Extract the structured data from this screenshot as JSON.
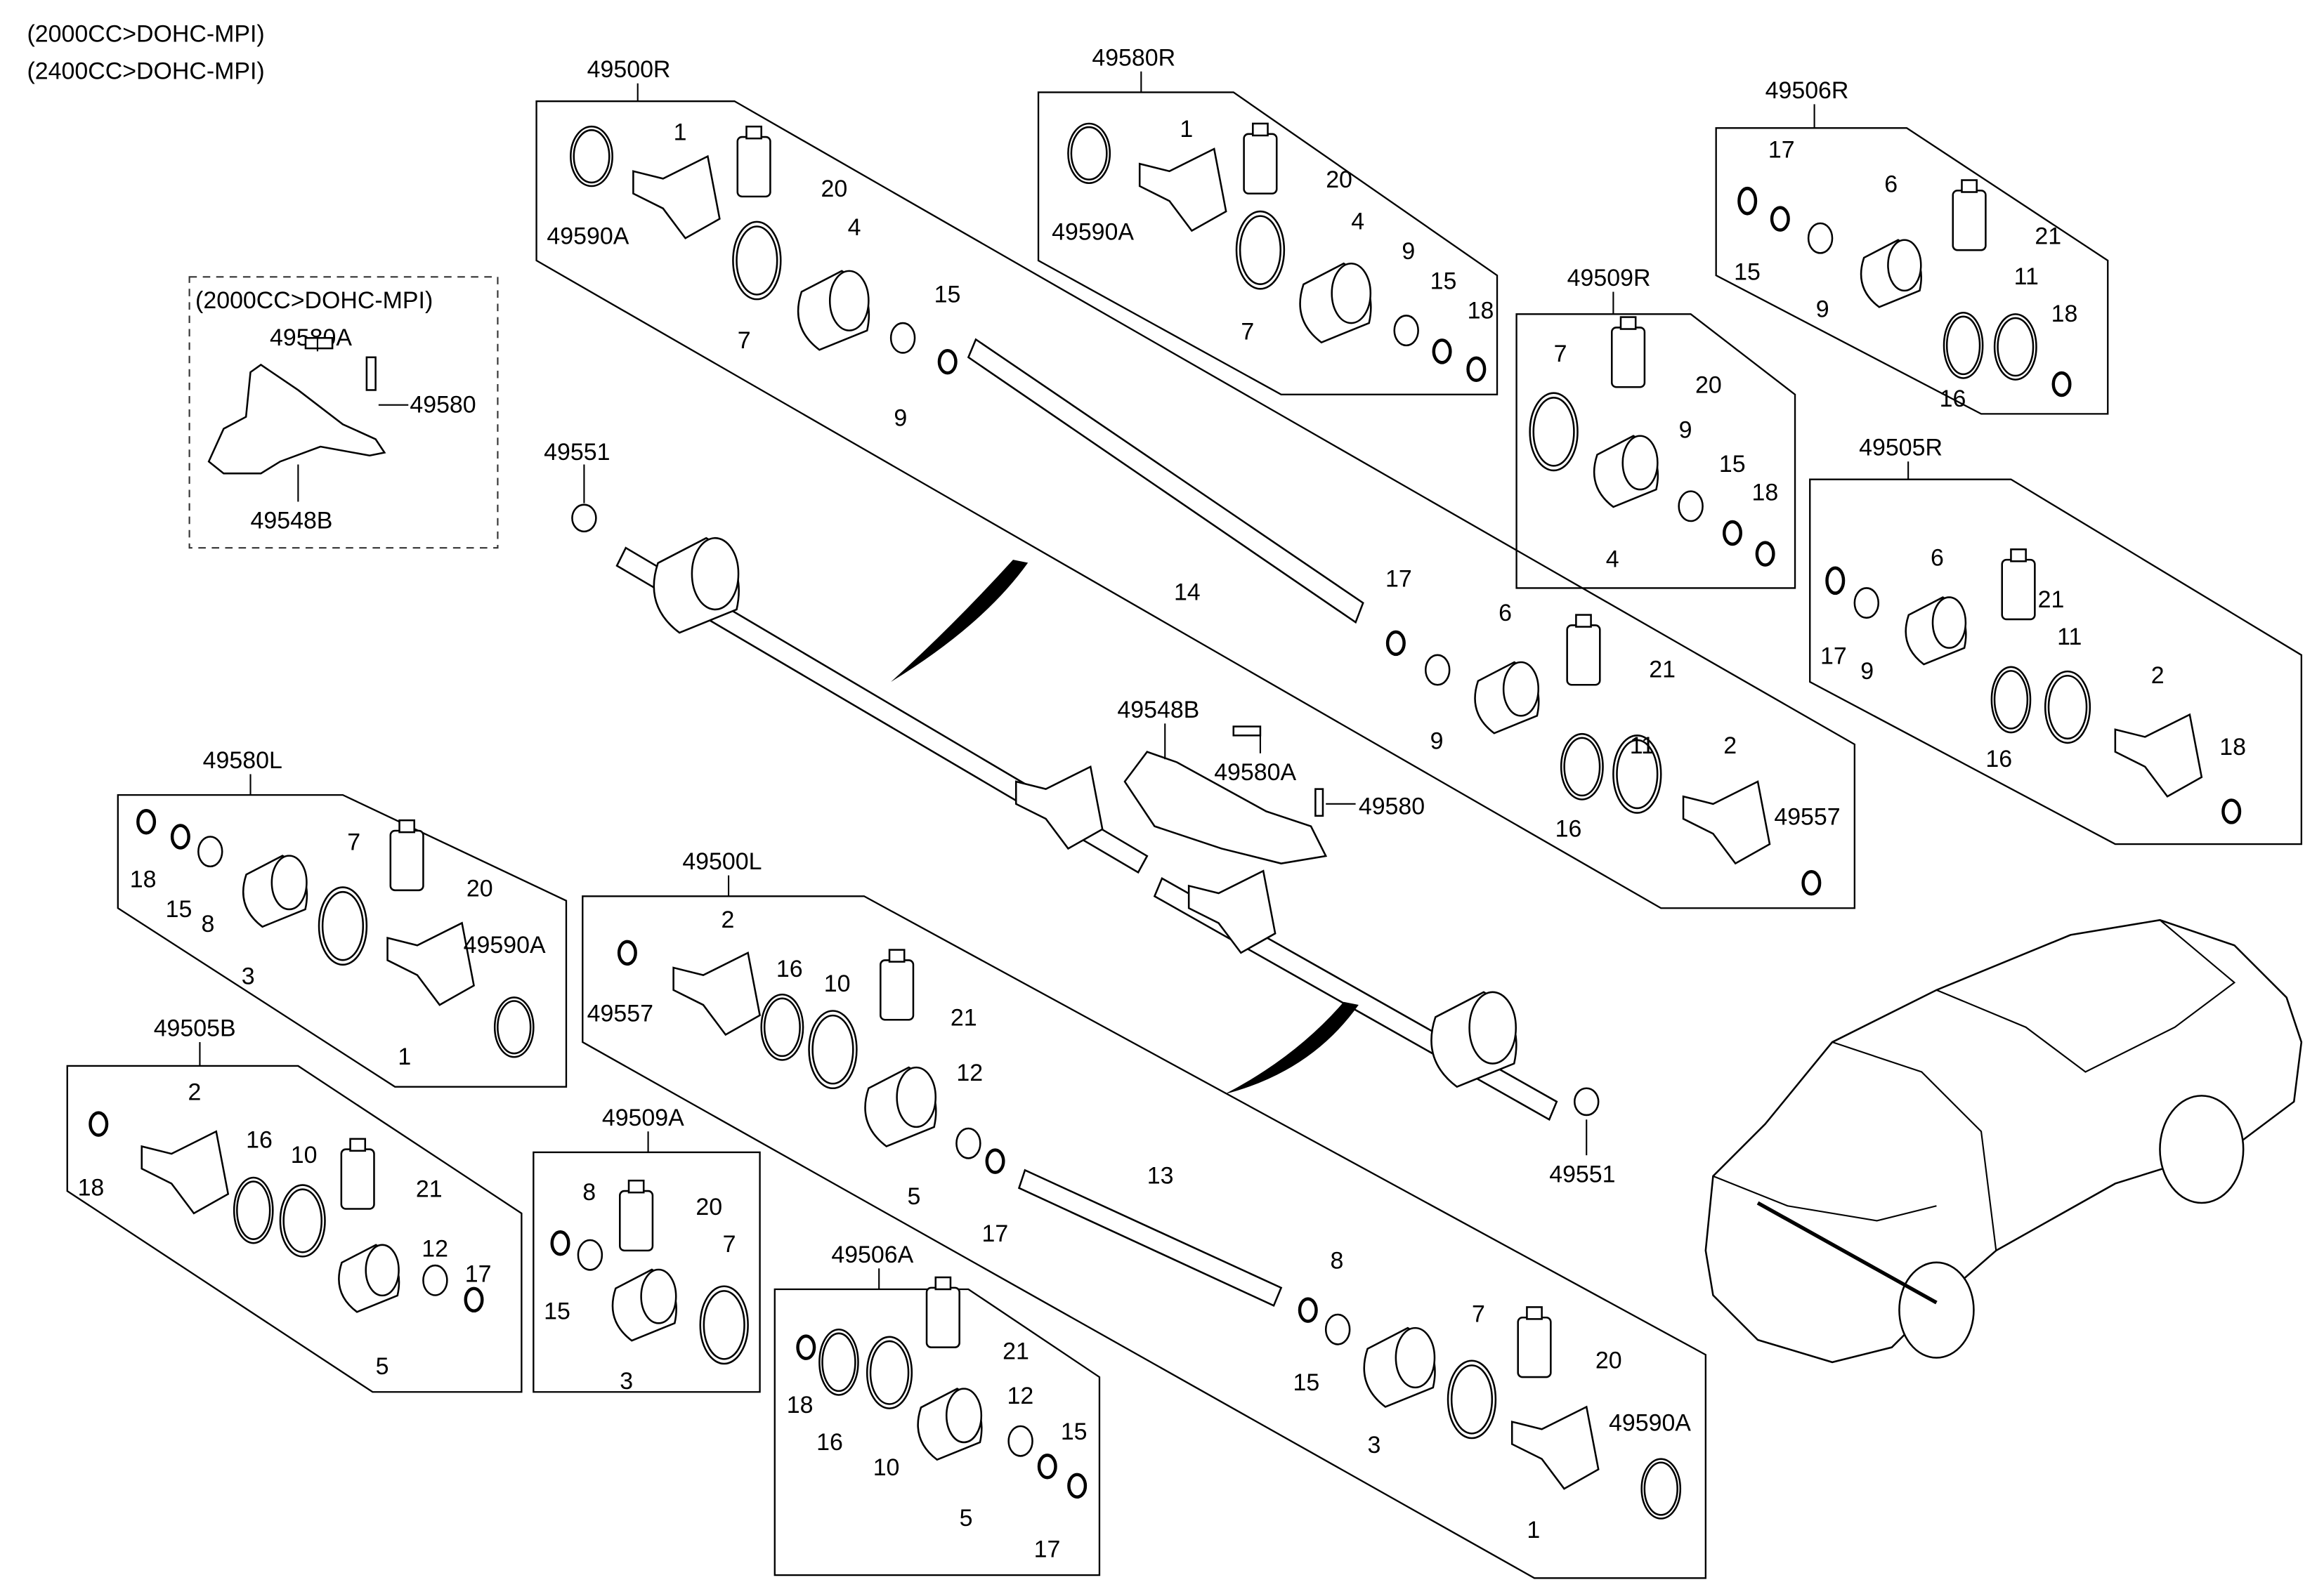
{
  "header_notes": [
    "(2000CC>DOHC-MPI)",
    "(2400CC>DOHC-MPI)"
  ],
  "inset": {
    "note": "(2000CC>DOHC-MPI)",
    "labels": [
      "49580A",
      "49580",
      "49548B"
    ]
  },
  "assembly_labels": {
    "nut_outer_right": "49551",
    "nut_outer_left": "49551",
    "bracket": "49548B",
    "bracket_bolt_a": "49580A",
    "bracket_bolt": "49580"
  },
  "groups": [
    {
      "title": "49500R",
      "callouts": [
        "1",
        "20",
        "49590A",
        "4",
        "7",
        "15",
        "9",
        "14",
        "17",
        "6",
        "21",
        "9",
        "11",
        "16",
        "2",
        "49557"
      ]
    },
    {
      "title": "49580R",
      "callouts": [
        "1",
        "20",
        "49590A",
        "4",
        "7",
        "9",
        "15",
        "18"
      ]
    },
    {
      "title": "49506R",
      "callouts": [
        "17",
        "15",
        "6",
        "21",
        "9",
        "11",
        "18",
        "16"
      ]
    },
    {
      "title": "49509R",
      "callouts": [
        "7",
        "20",
        "9",
        "15",
        "18",
        "4"
      ]
    },
    {
      "title": "49505R",
      "callouts": [
        "6",
        "21",
        "17",
        "9",
        "11",
        "2",
        "16",
        "18"
      ]
    },
    {
      "title": "49580L",
      "callouts": [
        "18",
        "15",
        "8",
        "7",
        "20",
        "49590A",
        "3",
        "1"
      ]
    },
    {
      "title": "49505B",
      "callouts": [
        "2",
        "18",
        "16",
        "10",
        "21",
        "12",
        "17",
        "5"
      ]
    },
    {
      "title": "49509A",
      "callouts": [
        "8",
        "20",
        "7",
        "15",
        "3"
      ]
    },
    {
      "title": "49506A",
      "callouts": [
        "21",
        "12",
        "15",
        "18",
        "16",
        "10",
        "5",
        "17"
      ]
    },
    {
      "title": "49500L",
      "callouts": [
        "2",
        "16",
        "10",
        "21",
        "49557",
        "12",
        "5",
        "17",
        "13",
        "8",
        "15",
        "7",
        "20",
        "3",
        "49590A",
        "1"
      ]
    }
  ],
  "colors": {
    "line": "#000000",
    "background": "#ffffff"
  }
}
